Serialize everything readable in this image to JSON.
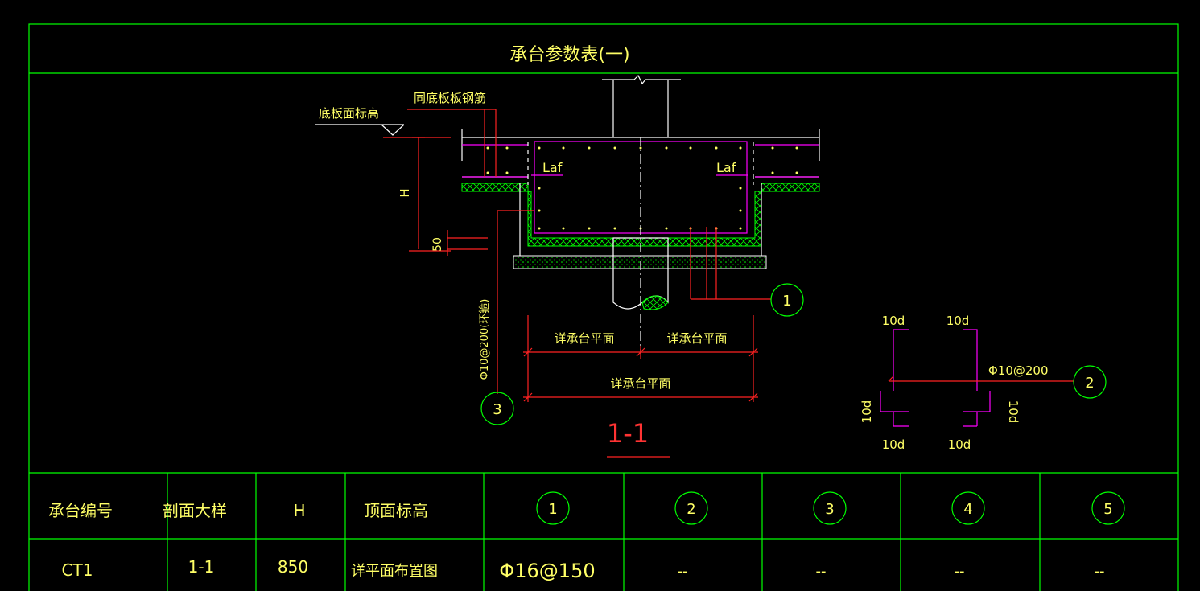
{
  "title": "承台参数表(一)",
  "section": {
    "label_floor_elev": "底板面标高",
    "label_same_rebar": "同底板板钢筋",
    "label_h": "H",
    "label_50": "50",
    "label_laf_left": "Laf",
    "label_laf_right": "Laf",
    "label_ring_rebar": "Φ10@200(环箍)",
    "dim_left": "详承台平面",
    "dim_right": "详承台平面",
    "dim_total": "详承台平面",
    "section_name": "1-1",
    "marker_1": "1",
    "marker_3": "3"
  },
  "stirrup_detail": {
    "top_left": "10d",
    "top_right": "10d",
    "bottom_left": "10d",
    "bottom_right": "10d",
    "side_left": "10d",
    "side_right": "10d",
    "rebar": "Φ10@200",
    "marker_2": "2"
  },
  "table": {
    "headers": [
      "承台编号",
      "剖面大样",
      "H",
      "顶面标高"
    ],
    "circle_headers": [
      "1",
      "2",
      "3",
      "4",
      "5"
    ],
    "rows": [
      {
        "id": "CT1",
        "section": "1-1",
        "h": "850",
        "top_elev": "详平面布置图",
        "c1": "Φ16@150",
        "c2": "--",
        "c3": "--",
        "c4": "--",
        "c5": "--"
      }
    ]
  }
}
